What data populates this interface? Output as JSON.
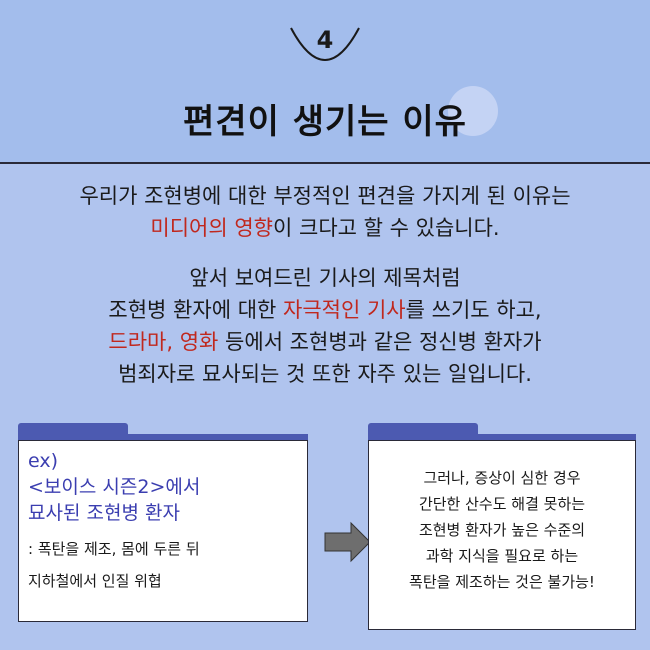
{
  "step_number": "4",
  "title": "편견이 생기는 이유",
  "paragraph1": {
    "line1": "우리가 조현병에 대한 부정적인 편견을 가지게 된 이유는",
    "line2_highlight": "미디어의 영향",
    "line2_rest": "이 크다고 할 수 있습니다."
  },
  "paragraph2": {
    "line1": "앞서 보여드린 기사의 제목처럼",
    "line2_pre": "조현병 환자에 대한 ",
    "line2_highlight": "자극적인 기사",
    "line2_post": "를 쓰기도 하고,",
    "line3_highlight": "드라마, 영화",
    "line3_rest": " 등에서 조현병과 같은 정신병 환자가",
    "line4": "범죄자로 묘사되는 것 또한 자주 있는 일입니다."
  },
  "left_box": {
    "title_lines": [
      "ex)",
      "<보이스 시즌2>에서",
      "묘사된 조현병 환자"
    ],
    "note_lines": [
      ": 폭탄을 제조, 몸에 두른 뒤",
      "지하철에서 인질 위협"
    ]
  },
  "right_box": {
    "lines": [
      "그러나, 증상이 심한 경우",
      "간단한 산수도 해결 못하는",
      "조현병 환자가 높은 수준의",
      "과학 지식을 필요로 하는",
      "폭탄을 제조하는 것은 불가능!"
    ]
  },
  "colors": {
    "background": "#b0c4ee",
    "header": "#a3bdec",
    "highlight": "#c0281e",
    "tab": "#4c5ab1",
    "left_title": "#3b3eb0"
  },
  "icons": [
    "arrow-right-icon"
  ]
}
